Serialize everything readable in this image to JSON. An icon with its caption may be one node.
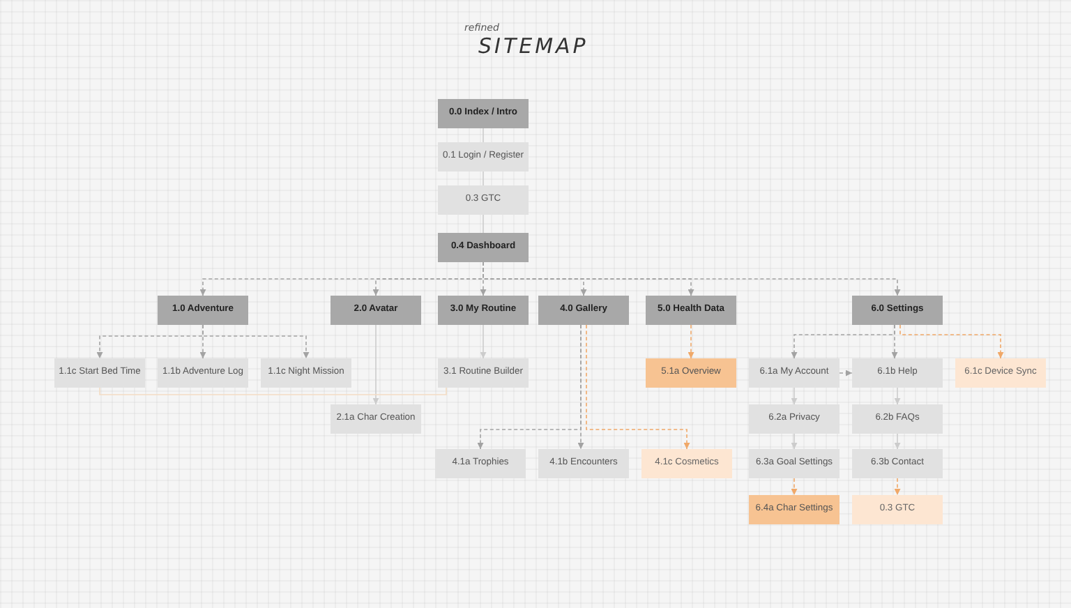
{
  "diagram": {
    "title": "SITEMAP",
    "nodes": [
      {
        "text": [
          "0.0 Index / Intro"
        ]
      },
      {
        "text": [
          "0.1 Login / Register"
        ]
      },
      {
        "text": [
          "0.3 GTC"
        ]
      },
      {
        "text": [
          "0.4 Dashboard"
        ]
      },
      {
        "text": [
          "1.0 Adventure"
        ]
      },
      {
        "text": [
          "2.0 Avatar"
        ]
      },
      {
        "text": [
          "3.0 My Routine"
        ]
      },
      {
        "text": [
          "4.0 Gallery"
        ]
      },
      {
        "text": [
          "5.0 Health Data"
        ]
      },
      {
        "text": [
          "6.0 Settings"
        ]
      },
      {
        "text": [
          "1.1c Start Bed Time"
        ]
      },
      {
        "text": [
          "1.1b Adventure Log"
        ]
      },
      {
        "text": [
          "1.1c Night Mission"
        ]
      },
      {
        "text": [
          "3.1 Routine Builder"
        ]
      },
      {
        "text": [
          "5.1a Overview"
        ]
      },
      {
        "text": [
          "6.1a My Account"
        ]
      },
      {
        "text": [
          "6.1b Help"
        ]
      },
      {
        "text": [
          "6.1c Device Sync"
        ]
      },
      {
        "text": [
          "2.1a Char Creation"
        ]
      },
      {
        "text": [
          "6.2a Privacy"
        ]
      },
      {
        "text": [
          "6.2b FAQs"
        ]
      },
      {
        "text": [
          "4.1a Trophies"
        ]
      },
      {
        "text": [
          "4.1b Encounters"
        ]
      },
      {
        "text": [
          "4.1c Cosmetics"
        ]
      },
      {
        "text": [
          "6.3a Goal Settings"
        ]
      },
      {
        "text": [
          "6.3b Contact"
        ]
      },
      {
        "text": [
          "6.4a Char Settings"
        ]
      },
      {
        "text": [
          "0.3 GTC"
        ]
      }
    ],
    "edges": [
      {
        "from": 0,
        "to": 1,
        "arrow": "none",
        "color": "#cccccc"
      },
      {
        "from": 1,
        "to": 2,
        "arrow": "none",
        "color": "#cccccc"
      },
      {
        "from": 2,
        "to": 3,
        "arrow": "none",
        "color": "#cccccc"
      },
      {
        "from": 3,
        "to": 4,
        "arrow": "to",
        "style": "dashed"
      },
      {
        "from": 3,
        "to": 5,
        "arrow": "to",
        "style": "dashed"
      },
      {
        "from": 3,
        "to": 6,
        "arrow": "to",
        "style": "dashed"
      },
      {
        "from": 3,
        "to": 7,
        "arrow": "to",
        "style": "dashed"
      },
      {
        "from": 3,
        "to": 8,
        "arrow": "to",
        "style": "dashed"
      },
      {
        "from": 3,
        "to": 9,
        "arrow": "to",
        "style": "dashed"
      },
      {
        "from": 4,
        "to": 10,
        "arrow": "to",
        "style": "dashed"
      },
      {
        "from": 4,
        "to": 11,
        "arrow": "to",
        "style": "dashed"
      },
      {
        "from": 4,
        "to": 12,
        "arrow": "to",
        "style": "dashed"
      },
      {
        "from": 5,
        "to": 18,
        "arrow": "to",
        "color": "#cccccc"
      },
      {
        "from": 6,
        "to": 13,
        "arrow": "to",
        "color": "#cccccc"
      },
      {
        "from": 10,
        "to": 13,
        "arrow": "none",
        "color": "#f3dcc3"
      },
      {
        "from": 7,
        "to": 21,
        "arrow": "to",
        "style": "dashed"
      },
      {
        "from": 7,
        "to": 22,
        "arrow": "to",
        "style": "dashed"
      },
      {
        "from": 7,
        "to": 23,
        "arrow": "to",
        "style": "dashed",
        "color": "#f0a868"
      },
      {
        "from": 8,
        "to": 14,
        "arrow": "to",
        "style": "dashed",
        "color": "#f0a868"
      },
      {
        "from": 9,
        "to": 15,
        "arrow": "to",
        "style": "dashed"
      },
      {
        "from": 9,
        "to": 16,
        "arrow": "to",
        "style": "dashed"
      },
      {
        "from": 9,
        "to": 17,
        "arrow": "to",
        "style": "dashed",
        "color": "#f0a868"
      },
      {
        "from": 15,
        "to": 16,
        "arrow": "to",
        "style": "dashed"
      },
      {
        "from": 15,
        "to": 19,
        "arrow": "to",
        "color": "#cccccc"
      },
      {
        "from": 19,
        "to": 24,
        "arrow": "to",
        "color": "#cccccc"
      },
      {
        "from": 24,
        "to": 26,
        "arrow": "to",
        "style": "dashed",
        "color": "#f0a868"
      },
      {
        "from": 16,
        "to": 20,
        "arrow": "to",
        "color": "#cccccc"
      },
      {
        "from": 20,
        "to": 25,
        "arrow": "to",
        "color": "#cccccc"
      },
      {
        "from": 25,
        "to": 27,
        "arrow": "to",
        "style": "dashed",
        "color": "#f0a868"
      }
    ],
    "labels": [
      "refined"
    ]
  }
}
